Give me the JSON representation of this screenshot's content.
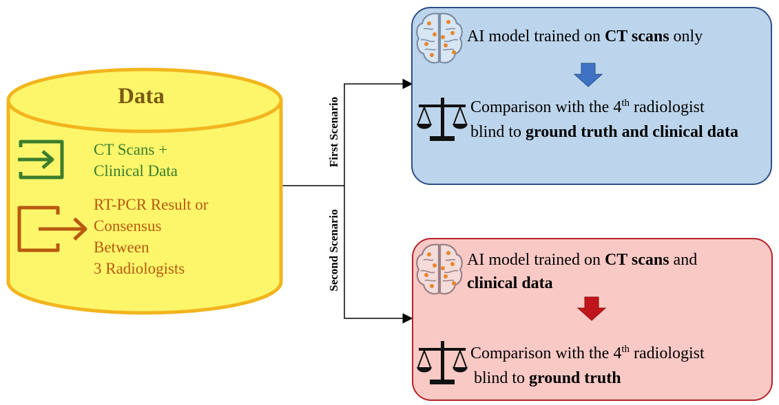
{
  "data_store": {
    "title": "Data",
    "input_line1": "CT Scans +",
    "input_line2": "Clinical Data",
    "output_line1": "RT-PCR Result or",
    "output_line2": "Consensus",
    "output_line3": "Between",
    "output_line4": "3 Radiologists"
  },
  "branches": {
    "first_label": "First Scenario",
    "second_label": "Second Scenario"
  },
  "scenario1": {
    "model_prefix": "AI model trained on ",
    "model_bold": "CT scans",
    "model_suffix": " only",
    "compare_text": "Comparison with the 4",
    "compare_sup": "th",
    "compare_suffix": " radiologist",
    "blind_prefix": "blind to ",
    "blind_bold": "ground truth and clinical data"
  },
  "scenario2": {
    "model_prefix": "AI model trained on ",
    "model_bold": "CT scans",
    "model_suffix": " and",
    "model_line2_bold": "clinical data",
    "compare_text": "Comparison with the 4",
    "compare_sup": "th",
    "compare_suffix": " radiologist",
    "blind_prefix": "blind to ",
    "blind_bold": "ground truth"
  },
  "colors": {
    "db_fill": "#fdf66b",
    "db_border": "#f2b51e",
    "input_green": "#3a7d2c",
    "output_orange": "#b8590f",
    "scenario1_fill": "#bcd5ec",
    "scenario1_arrow": "#3f72c4",
    "scenario2_fill": "#f9c9c5",
    "scenario2_arrow": "#c0161b"
  }
}
